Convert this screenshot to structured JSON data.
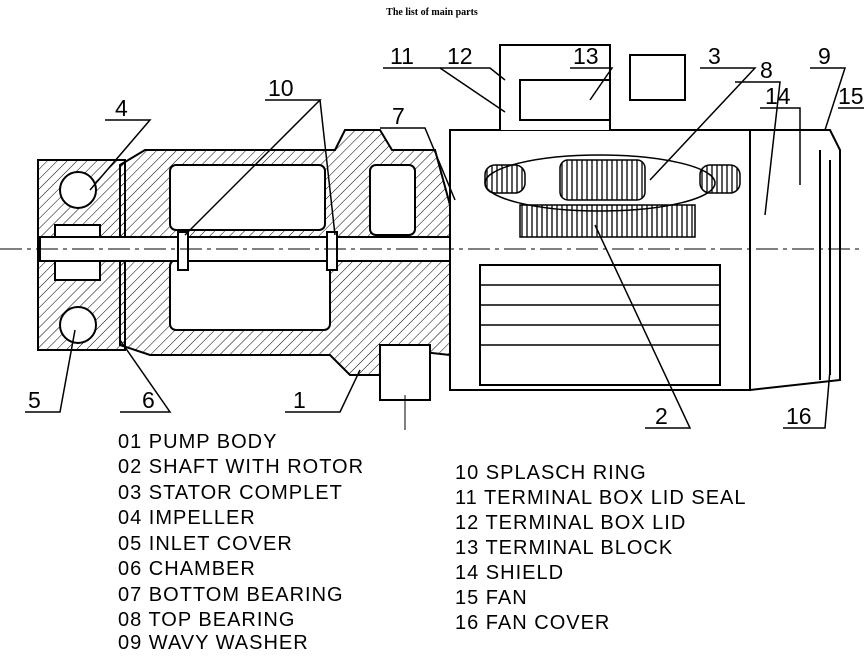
{
  "title": "The list of main parts",
  "callouts": [
    "1",
    "2",
    "3",
    "4",
    "5",
    "6",
    "7",
    "8",
    "9",
    "10",
    "11",
    "12",
    "13",
    "14",
    "15",
    "16"
  ],
  "legend_left": [
    "01 PUMP BODY",
    "02 SHAFT WITH ROTOR",
    "03 STATOR COMPLET",
    "04 IMPELLER",
    "05 INLET COVER",
    "06 CHAMBER",
    "07 BOTTOM BEARING",
    "08 TOP BEARING",
    "09 WAVY WASHER"
  ],
  "legend_right": [
    "10 SPLASCH RING",
    "11 TERMINAL BOX LID SEAL",
    "12 TERMINAL BOX LID",
    "13 TERMINAL BLOCK",
    "14 SHIELD",
    "15 FAN",
    "16 FAN COVER"
  ]
}
